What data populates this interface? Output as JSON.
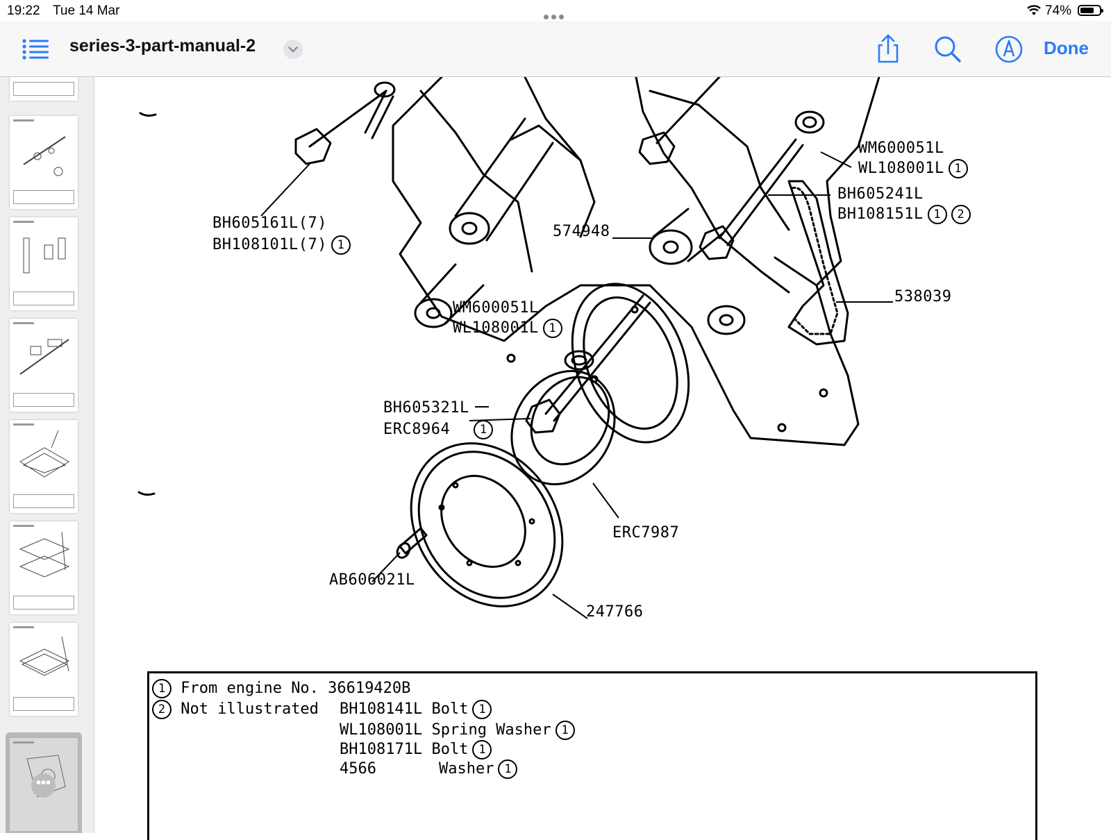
{
  "status_bar": {
    "time": "19:22",
    "date": "Tue 14 Mar",
    "battery_percent": "74%",
    "battery_level": 0.74
  },
  "toolbar": {
    "document_title": "series-3-part-manual-2",
    "done_label": "Done",
    "icons": [
      "list-icon",
      "chevron-down-icon",
      "share-icon",
      "search-icon",
      "markup-icon"
    ]
  },
  "sidebar": {
    "page_count_visible": 7,
    "selected_index": 6,
    "more_label": "•••"
  },
  "drawing": {
    "labels": {
      "bh605161": "BH605161L(7)",
      "bh108101": "BH108101L(7)",
      "s574948": "574948",
      "wm_top": "WM600051L",
      "wl_top": "WL108001L",
      "bh605241": "BH605241L",
      "bh108151": "BH108151L",
      "s538039": "538039",
      "wm_mid": "WM600051L",
      "wl_mid": "WL108001L",
      "bh605321": "BH605321L",
      "erc8964": "ERC8964",
      "erc7987": "ERC7987",
      "ab606021": "AB606021L",
      "s247766": "247766"
    },
    "circle_marks": {
      "one": "1",
      "two": "2"
    }
  },
  "notes": {
    "row1_text": "From engine No. 36619420B",
    "row2_lead": "Not illustrated",
    "items": [
      {
        "part": "BH108141L",
        "desc": "Bolt"
      },
      {
        "part": "WL108001L",
        "desc": "Spring Washer"
      },
      {
        "part": "BH108171L",
        "desc": "Bolt"
      },
      {
        "part": "4566",
        "desc": "Washer"
      }
    ]
  }
}
